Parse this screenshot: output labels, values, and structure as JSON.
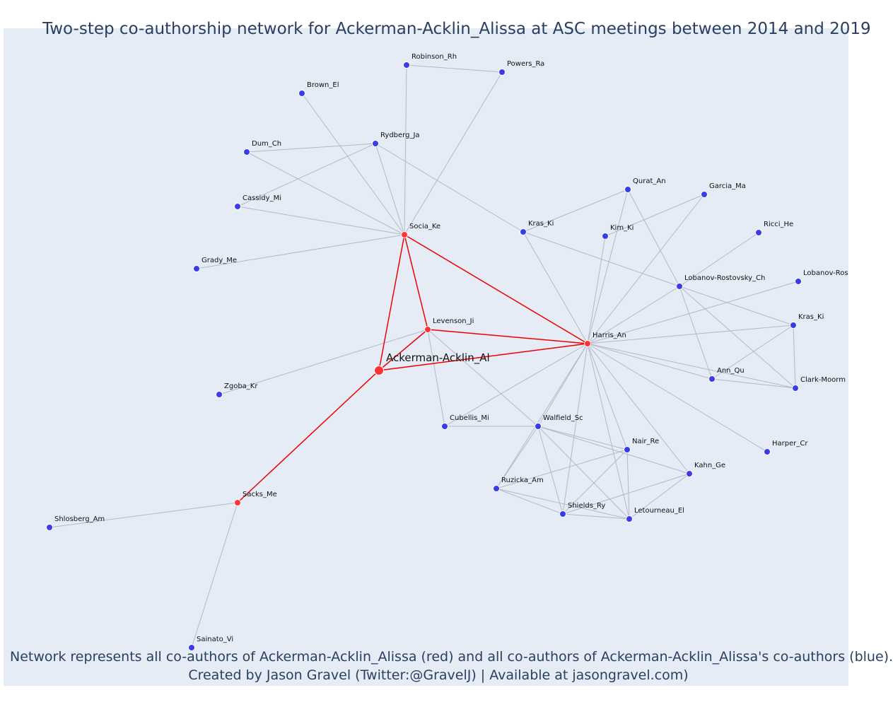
{
  "title": "Two-step co-authorship network for Ackerman-Acklin_Alissa at ASC meetings between 2014 and 2019",
  "caption_line1": "Network represents all co-authors of Ackerman-Acklin_Alissa (red) and all co-authors of Ackerman-Acklin_Alissa's co-authors (blue).",
  "caption_line2": "Created by Jason Gravel (Twitter:@GravelJ) | Available at jasongravel.com)",
  "colors": {
    "background": "#e5ecf6",
    "red_node": "#ff3333",
    "blue_node": "#3c3ce6",
    "red_edge": "#ee0000",
    "gray_edge": "#b4b8c8"
  },
  "nodes": [
    {
      "id": "Ackerman-Acklin_Al",
      "group": "focal"
    },
    {
      "id": "Socia_Ke",
      "group": "red"
    },
    {
      "id": "Levenson_Ji",
      "group": "red"
    },
    {
      "id": "Harris_An",
      "group": "red"
    },
    {
      "id": "Sacks_Me",
      "group": "red"
    },
    {
      "id": "Robinson_Rh",
      "group": "blue"
    },
    {
      "id": "Powers_Ra",
      "group": "blue"
    },
    {
      "id": "Brown_El",
      "group": "blue"
    },
    {
      "id": "Rydberg_Ja",
      "group": "blue"
    },
    {
      "id": "Dum_Ch",
      "group": "blue"
    },
    {
      "id": "Cassidy_Mi",
      "group": "blue"
    },
    {
      "id": "Grady_Me",
      "group": "blue"
    },
    {
      "id": "Zgoba_Kr",
      "group": "blue"
    },
    {
      "id": "Qurat_An",
      "group": "blue"
    },
    {
      "id": "Garcia_Ma",
      "group": "blue"
    },
    {
      "id": "Kras_Ki",
      "group": "blue"
    },
    {
      "id": "Kim_Ki",
      "group": "blue"
    },
    {
      "id": "Ricci_He",
      "group": "blue"
    },
    {
      "id": "Lobanov-Rostovsky_Ch",
      "group": "blue"
    },
    {
      "id": "Lobanov-Ros",
      "group": "blue"
    },
    {
      "id": "Kras_Ki ",
      "group": "blue"
    },
    {
      "id": "Ann_Qu",
      "group": "blue"
    },
    {
      "id": "Clark-Moorm",
      "group": "blue"
    },
    {
      "id": "Cubellis_Mi",
      "group": "blue"
    },
    {
      "id": "Walfield_Sc",
      "group": "blue"
    },
    {
      "id": "Nair_Re",
      "group": "blue"
    },
    {
      "id": "Harper_Cr",
      "group": "blue"
    },
    {
      "id": "Kahn_Ge",
      "group": "blue"
    },
    {
      "id": "Ruzicka_Am",
      "group": "blue"
    },
    {
      "id": "Shields_Ry",
      "group": "blue"
    },
    {
      "id": "Letourneau_El",
      "group": "blue"
    },
    {
      "id": "Shlosberg_Am",
      "group": "blue"
    },
    {
      "id": "Sainato_Vi",
      "group": "blue"
    }
  ],
  "edges": [
    [
      "Ackerman-Acklin_Al",
      "Socia_Ke",
      "red"
    ],
    [
      "Ackerman-Acklin_Al",
      "Levenson_Ji",
      "red"
    ],
    [
      "Ackerman-Acklin_Al",
      "Harris_An",
      "red"
    ],
    [
      "Ackerman-Acklin_Al",
      "Sacks_Me",
      "red"
    ],
    [
      "Socia_Ke",
      "Levenson_Ji",
      "red"
    ],
    [
      "Socia_Ke",
      "Harris_An",
      "red"
    ],
    [
      "Levenson_Ji",
      "Harris_An",
      "red"
    ],
    [
      "Robinson_Rh",
      "Powers_Ra",
      "gray"
    ],
    [
      "Robinson_Rh",
      "Socia_Ke",
      "gray"
    ],
    [
      "Powers_Ra",
      "Socia_Ke",
      "gray"
    ],
    [
      "Brown_El",
      "Socia_Ke",
      "gray"
    ],
    [
      "Dum_Ch",
      "Rydberg_Ja",
      "gray"
    ],
    [
      "Dum_Ch",
      "Socia_Ke",
      "gray"
    ],
    [
      "Cassidy_Mi",
      "Rydberg_Ja",
      "gray"
    ],
    [
      "Cassidy_Mi",
      "Socia_Ke",
      "gray"
    ],
    [
      "Rydberg_Ja",
      "Socia_Ke",
      "gray"
    ],
    [
      "Rydberg_Ja",
      "Kras_Ki",
      "gray"
    ],
    [
      "Grady_Me",
      "Socia_Ke",
      "gray"
    ],
    [
      "Zgoba_Kr",
      "Levenson_Ji",
      "gray"
    ],
    [
      "Levenson_Ji",
      "Cubellis_Mi",
      "gray"
    ],
    [
      "Levenson_Ji",
      "Walfield_Sc",
      "gray"
    ],
    [
      "Cubellis_Mi",
      "Walfield_Sc",
      "gray"
    ],
    [
      "Kras_Ki",
      "Qurat_An",
      "gray"
    ],
    [
      "Kras_Ki",
      "Harris_An",
      "gray"
    ],
    [
      "Kras_Ki",
      "Lobanov-Rostovsky_Ch",
      "gray"
    ],
    [
      "Qurat_An",
      "Harris_An",
      "gray"
    ],
    [
      "Qurat_An",
      "Lobanov-Rostovsky_Ch",
      "gray"
    ],
    [
      "Garcia_Ma",
      "Kim_Ki",
      "gray"
    ],
    [
      "Garcia_Ma",
      "Harris_An",
      "gray"
    ],
    [
      "Kim_Ki",
      "Harris_An",
      "gray"
    ],
    [
      "Ricci_He",
      "Lobanov-Rostovsky_Ch",
      "gray"
    ],
    [
      "Lobanov-Rostovsky_Ch",
      "Harris_An",
      "gray"
    ],
    [
      "Lobanov-Rostovsky_Ch",
      "Kras_Ki ",
      "gray"
    ],
    [
      "Lobanov-Rostovsky_Ch",
      "Ann_Qu",
      "gray"
    ],
    [
      "Lobanov-Rostovsky_Ch",
      "Clark-Moorm",
      "gray"
    ],
    [
      "Lobanov-Ros",
      "Harris_An",
      "gray"
    ],
    [
      "Kras_Ki ",
      "Harris_An",
      "gray"
    ],
    [
      "Kras_Ki ",
      "Ann_Qu",
      "gray"
    ],
    [
      "Kras_Ki ",
      "Clark-Moorm",
      "gray"
    ],
    [
      "Ann_Qu",
      "Harris_An",
      "gray"
    ],
    [
      "Ann_Qu",
      "Clark-Moorm",
      "gray"
    ],
    [
      "Clark-Moorm",
      "Harris_An",
      "gray"
    ],
    [
      "Harris_An",
      "Cubellis_Mi",
      "gray"
    ],
    [
      "Harris_An",
      "Walfield_Sc",
      "gray"
    ],
    [
      "Harris_An",
      "Nair_Re",
      "gray"
    ],
    [
      "Harris_An",
      "Harper_Cr",
      "gray"
    ],
    [
      "Harris_An",
      "Kahn_Ge",
      "gray"
    ],
    [
      "Harris_An",
      "Ruzicka_Am",
      "gray"
    ],
    [
      "Harris_An",
      "Shields_Ry",
      "gray"
    ],
    [
      "Harris_An",
      "Letourneau_El",
      "gray"
    ],
    [
      "Walfield_Sc",
      "Nair_Re",
      "gray"
    ],
    [
      "Walfield_Sc",
      "Kahn_Ge",
      "gray"
    ],
    [
      "Walfield_Sc",
      "Ruzicka_Am",
      "gray"
    ],
    [
      "Walfield_Sc",
      "Shields_Ry",
      "gray"
    ],
    [
      "Walfield_Sc",
      "Letourneau_El",
      "gray"
    ],
    [
      "Nair_Re",
      "Ruzicka_Am",
      "gray"
    ],
    [
      "Nair_Re",
      "Shields_Ry",
      "gray"
    ],
    [
      "Nair_Re",
      "Letourneau_El",
      "gray"
    ],
    [
      "Kahn_Ge",
      "Shields_Ry",
      "gray"
    ],
    [
      "Kahn_Ge",
      "Letourneau_El",
      "gray"
    ],
    [
      "Ruzicka_Am",
      "Shields_Ry",
      "gray"
    ],
    [
      "Ruzicka_Am",
      "Letourneau_El",
      "gray"
    ],
    [
      "Shields_Ry",
      "Letourneau_El",
      "gray"
    ],
    [
      "Sacks_Me",
      "Shlosberg_Am",
      "gray"
    ],
    [
      "Sacks_Me",
      "Sainato_Vi",
      "gray"
    ]
  ]
}
